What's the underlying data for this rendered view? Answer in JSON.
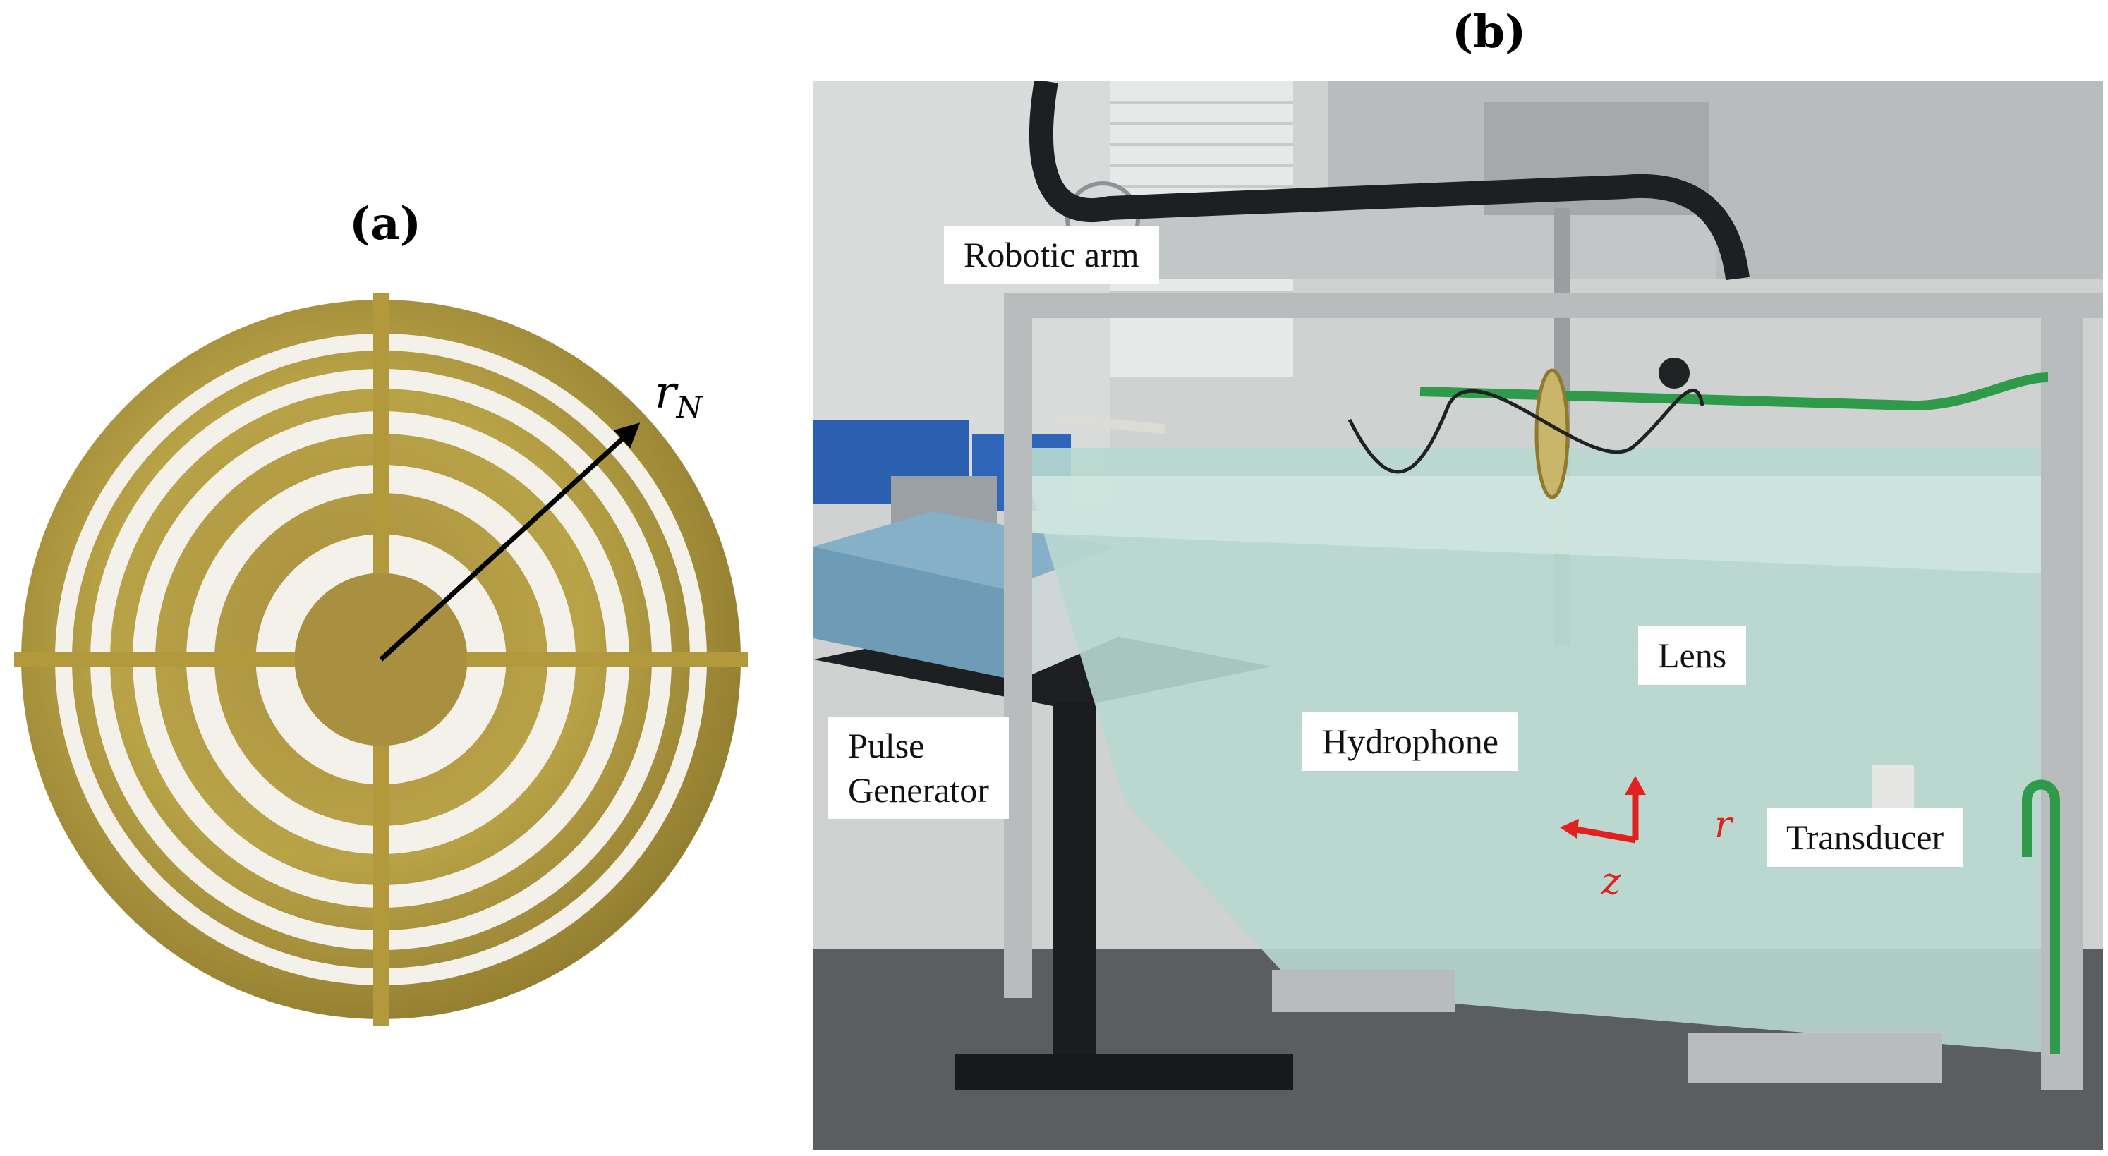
{
  "panel_a": {
    "label": "(a)",
    "radius_label_main": "r",
    "radius_label_sub": "N"
  },
  "panel_b": {
    "label": "(b)",
    "callouts": {
      "robotic_arm": "Robotic arm",
      "lens": "Lens",
      "hydrophone": "Hydrophone",
      "pulse_generator_line1": "Pulse",
      "pulse_generator_line2": "Generator",
      "transducer": "Transducer"
    },
    "axes": {
      "r": "r",
      "z": "z"
    }
  },
  "colors": {
    "brass": "#b29a3c",
    "slot": "#f3f1ea",
    "axis_red": "#e32020",
    "water": "#b8d8cf",
    "cable_green": "#2e9a4a",
    "bin_blue": "#2b5fb0",
    "generator_blue": "#6e9bb5"
  }
}
